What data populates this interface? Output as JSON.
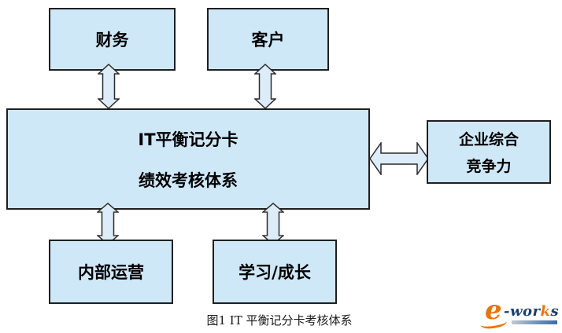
{
  "diagram": {
    "boxes": {
      "finance": {
        "label": "财务"
      },
      "customer": {
        "label": "客户"
      },
      "center": {
        "line1": "IT平衡记分卡",
        "line2": "绩效考核体系"
      },
      "competitiveness": {
        "line1": "企业综合",
        "line2": "竞争力"
      },
      "operations": {
        "label": "内部运营"
      },
      "learning": {
        "label": "学习/成长"
      }
    },
    "caption": "图1 IT 平衡记分卡考核体系",
    "colors": {
      "box_fill": "#cfe8f8",
      "box_border": "#1f1f1f",
      "arrow_fill": "#dcecf8",
      "arrow_stroke": "#2b2b2b"
    }
  },
  "logo": {
    "e": "e",
    "dash_wor": "-wor",
    "k": "k",
    "s": "s",
    "orange": "#e8740c",
    "navy": "#1c3f6e"
  }
}
